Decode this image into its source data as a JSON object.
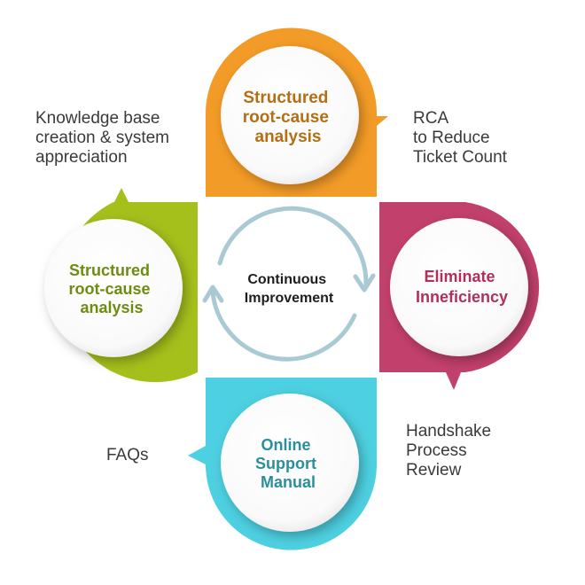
{
  "center": {
    "lines": [
      "Continuous",
      "Improvement"
    ],
    "arrow_color": "#a9c9d4"
  },
  "nodes": {
    "top": {
      "lines": [
        "Structured",
        "root-cause",
        "analysis"
      ],
      "color": "#f39b27",
      "text_color": "#b46e14",
      "side_text": [
        "RCA",
        "to Reduce",
        "Ticket Count"
      ]
    },
    "left": {
      "lines": [
        "Structured",
        "root-cause",
        "analysis"
      ],
      "color": "#a5bf1b",
      "text_color": "#6e8c10",
      "side_text": [
        "Knowledge base",
        "creation & system",
        "appreciation"
      ]
    },
    "right": {
      "lines": [
        "Eliminate",
        "Inneficiency"
      ],
      "color": "#c2406c",
      "text_color": "#b0305a",
      "side_text": [
        "Handshake",
        "Process",
        "Review"
      ]
    },
    "bottom": {
      "lines": [
        "Online",
        "Support",
        "Manual"
      ],
      "color": "#4dd0e1",
      "text_color": "#2a8f9c",
      "side_text": [
        "FAQs"
      ]
    }
  }
}
